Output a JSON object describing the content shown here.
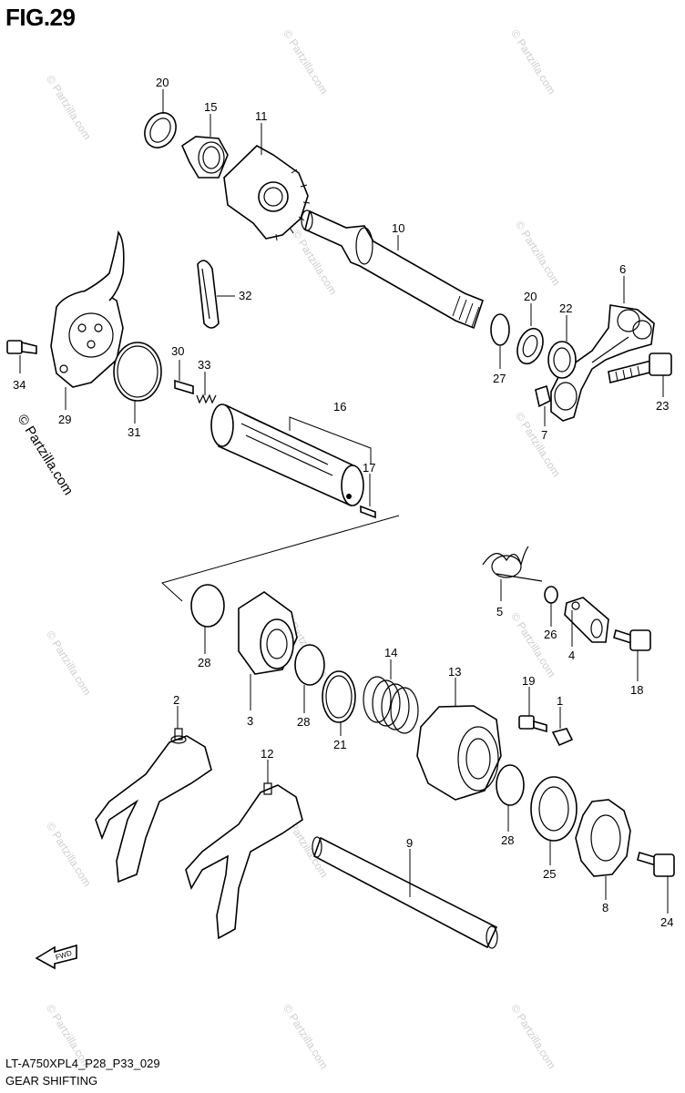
{
  "figure": {
    "title": "FIG.29",
    "code": "LT-A750XPL4_P28_P33_029",
    "caption": "GEAR SHIFTING",
    "copyright": "© Partzilla.com",
    "watermark": "© Partzilla.com",
    "fwd_label": "FWD"
  },
  "callouts": [
    "20",
    "15",
    "11",
    "10",
    "6",
    "20",
    "22",
    "32",
    "34",
    "29",
    "31",
    "30",
    "33",
    "27",
    "23",
    "7",
    "16",
    "17",
    "5",
    "28",
    "3",
    "14",
    "13",
    "26",
    "4",
    "18",
    "19",
    "1",
    "2",
    "28",
    "21",
    "12",
    "28",
    "9",
    "25",
    "24",
    "8"
  ]
}
